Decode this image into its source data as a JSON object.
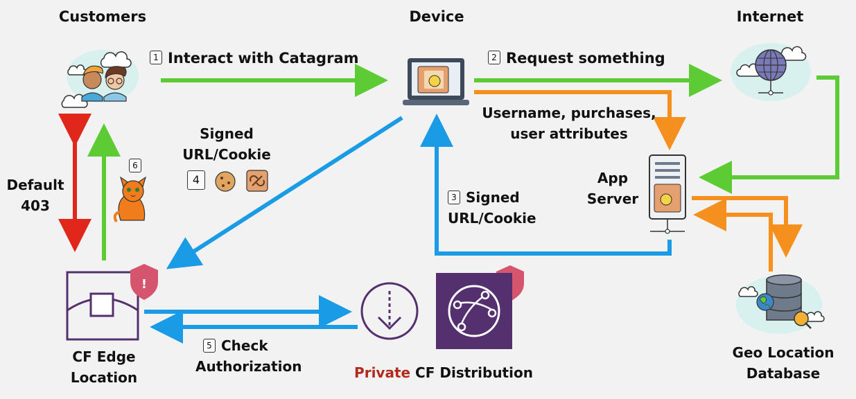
{
  "columns": {
    "customers": "Customers",
    "device": "Device",
    "internet": "Internet"
  },
  "steps": {
    "s1": {
      "num": "1",
      "text": "Interact with Catagram"
    },
    "s2": {
      "num": "2",
      "text": "Request something"
    },
    "s3": {
      "num": "3",
      "line1": "Signed",
      "line2": "URL/Cookie"
    },
    "s4": {
      "num": "4"
    },
    "s5": {
      "num": "5",
      "line1": "Check",
      "line2": "Authorization"
    },
    "s6": {
      "num": "6"
    }
  },
  "labels": {
    "username_line1": "Username, purchases,",
    "username_line2": "user attributes",
    "signed_line1": "Signed",
    "signed_line2": "URL/Cookie",
    "default_line1": "Default",
    "default_line2": "403",
    "app_line1": "App",
    "app_line2": "Server",
    "edge_line1": "CF Edge",
    "edge_line2": "Location",
    "geo_line1": "Geo Location",
    "geo_line2": "Database",
    "private_word": "Private",
    "distribution_rest": " CF Distribution"
  },
  "icons": [
    "customers-icon",
    "laptop-icon",
    "globe-icon",
    "app-server-icon",
    "edge-location-icon",
    "shield-icon",
    "private-distribution-icon",
    "cloudfront-icon",
    "database-icon",
    "cat-icon",
    "cookie-icon",
    "link-icon"
  ],
  "colors": {
    "green": "#5ccb34",
    "orange": "#f5901e",
    "blue": "#1a9be6",
    "red": "#e1261c",
    "purple": "#55306f",
    "shield": "#d6556e"
  }
}
